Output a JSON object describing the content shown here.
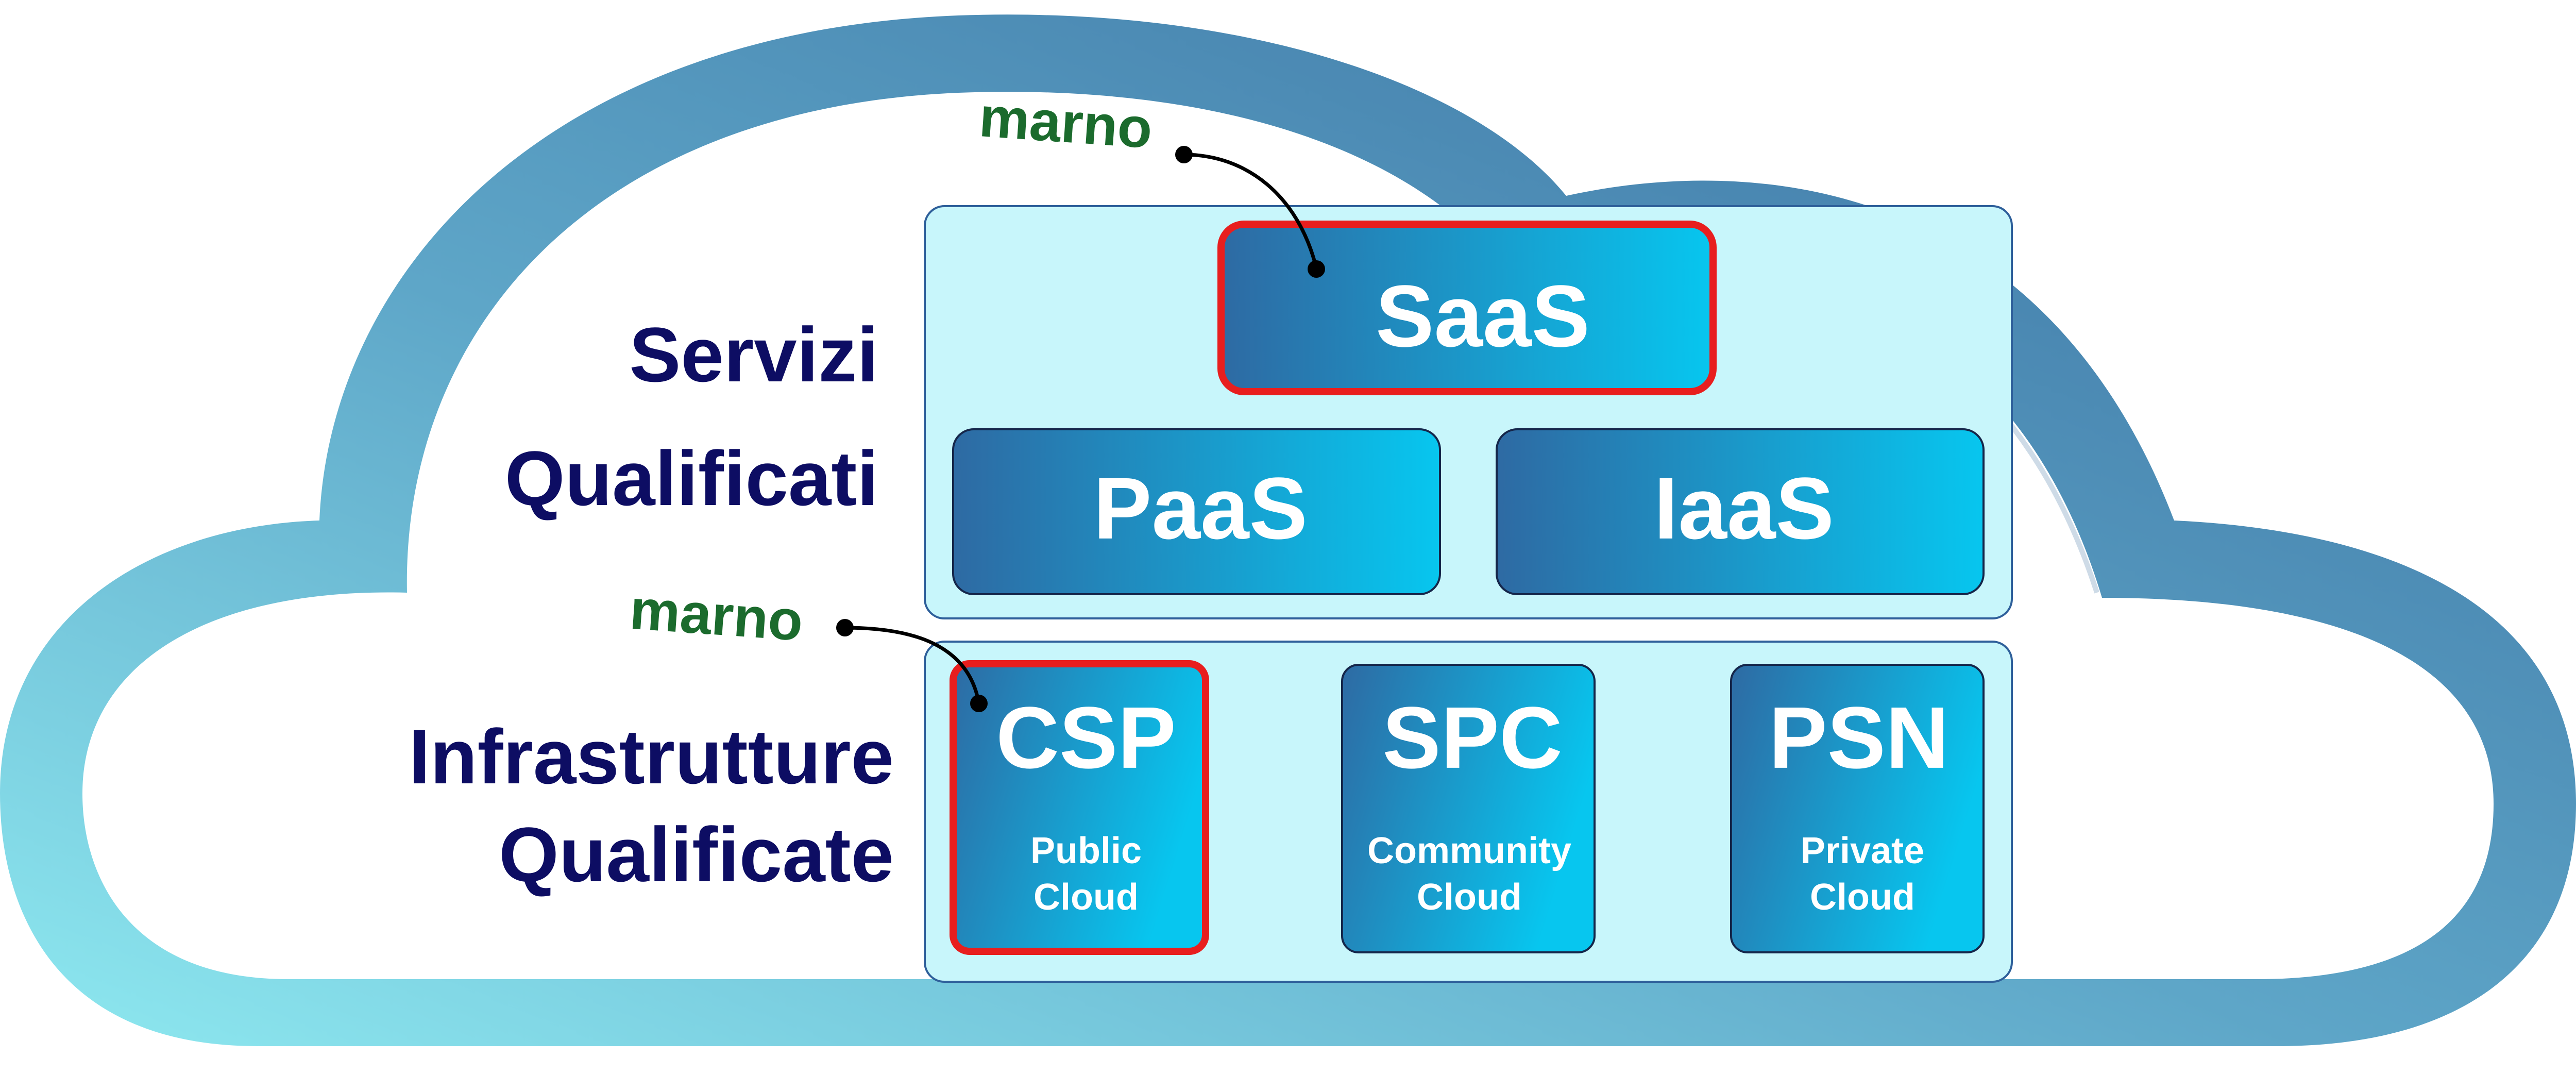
{
  "colors": {
    "label_dark_blue": "#0d0d63",
    "marno_green": "#1b6b2d",
    "highlight_red": "#e81e1e",
    "panel_fill": "#c8f6fb",
    "cloud_dark": "#3f78a6",
    "cloud_light": "#8ee6ef"
  },
  "labels": {
    "servizi_line1": "Servizi",
    "servizi_line2": "Qualificati",
    "infra_line1": "Infrastrutture",
    "infra_line2": "Qualificate"
  },
  "annotations": {
    "top": "marno",
    "bottom": "marno"
  },
  "services": {
    "saas": "SaaS",
    "paas": "PaaS",
    "iaas": "IaaS"
  },
  "infrastructures": [
    {
      "name": "CSP",
      "line1": "Public",
      "line2": "Cloud",
      "highlighted": true
    },
    {
      "name": "SPC",
      "line1": "Community",
      "line2": "Cloud",
      "highlighted": false
    },
    {
      "name": "PSN",
      "line1": "Private",
      "line2": "Cloud",
      "highlighted": false
    }
  ]
}
